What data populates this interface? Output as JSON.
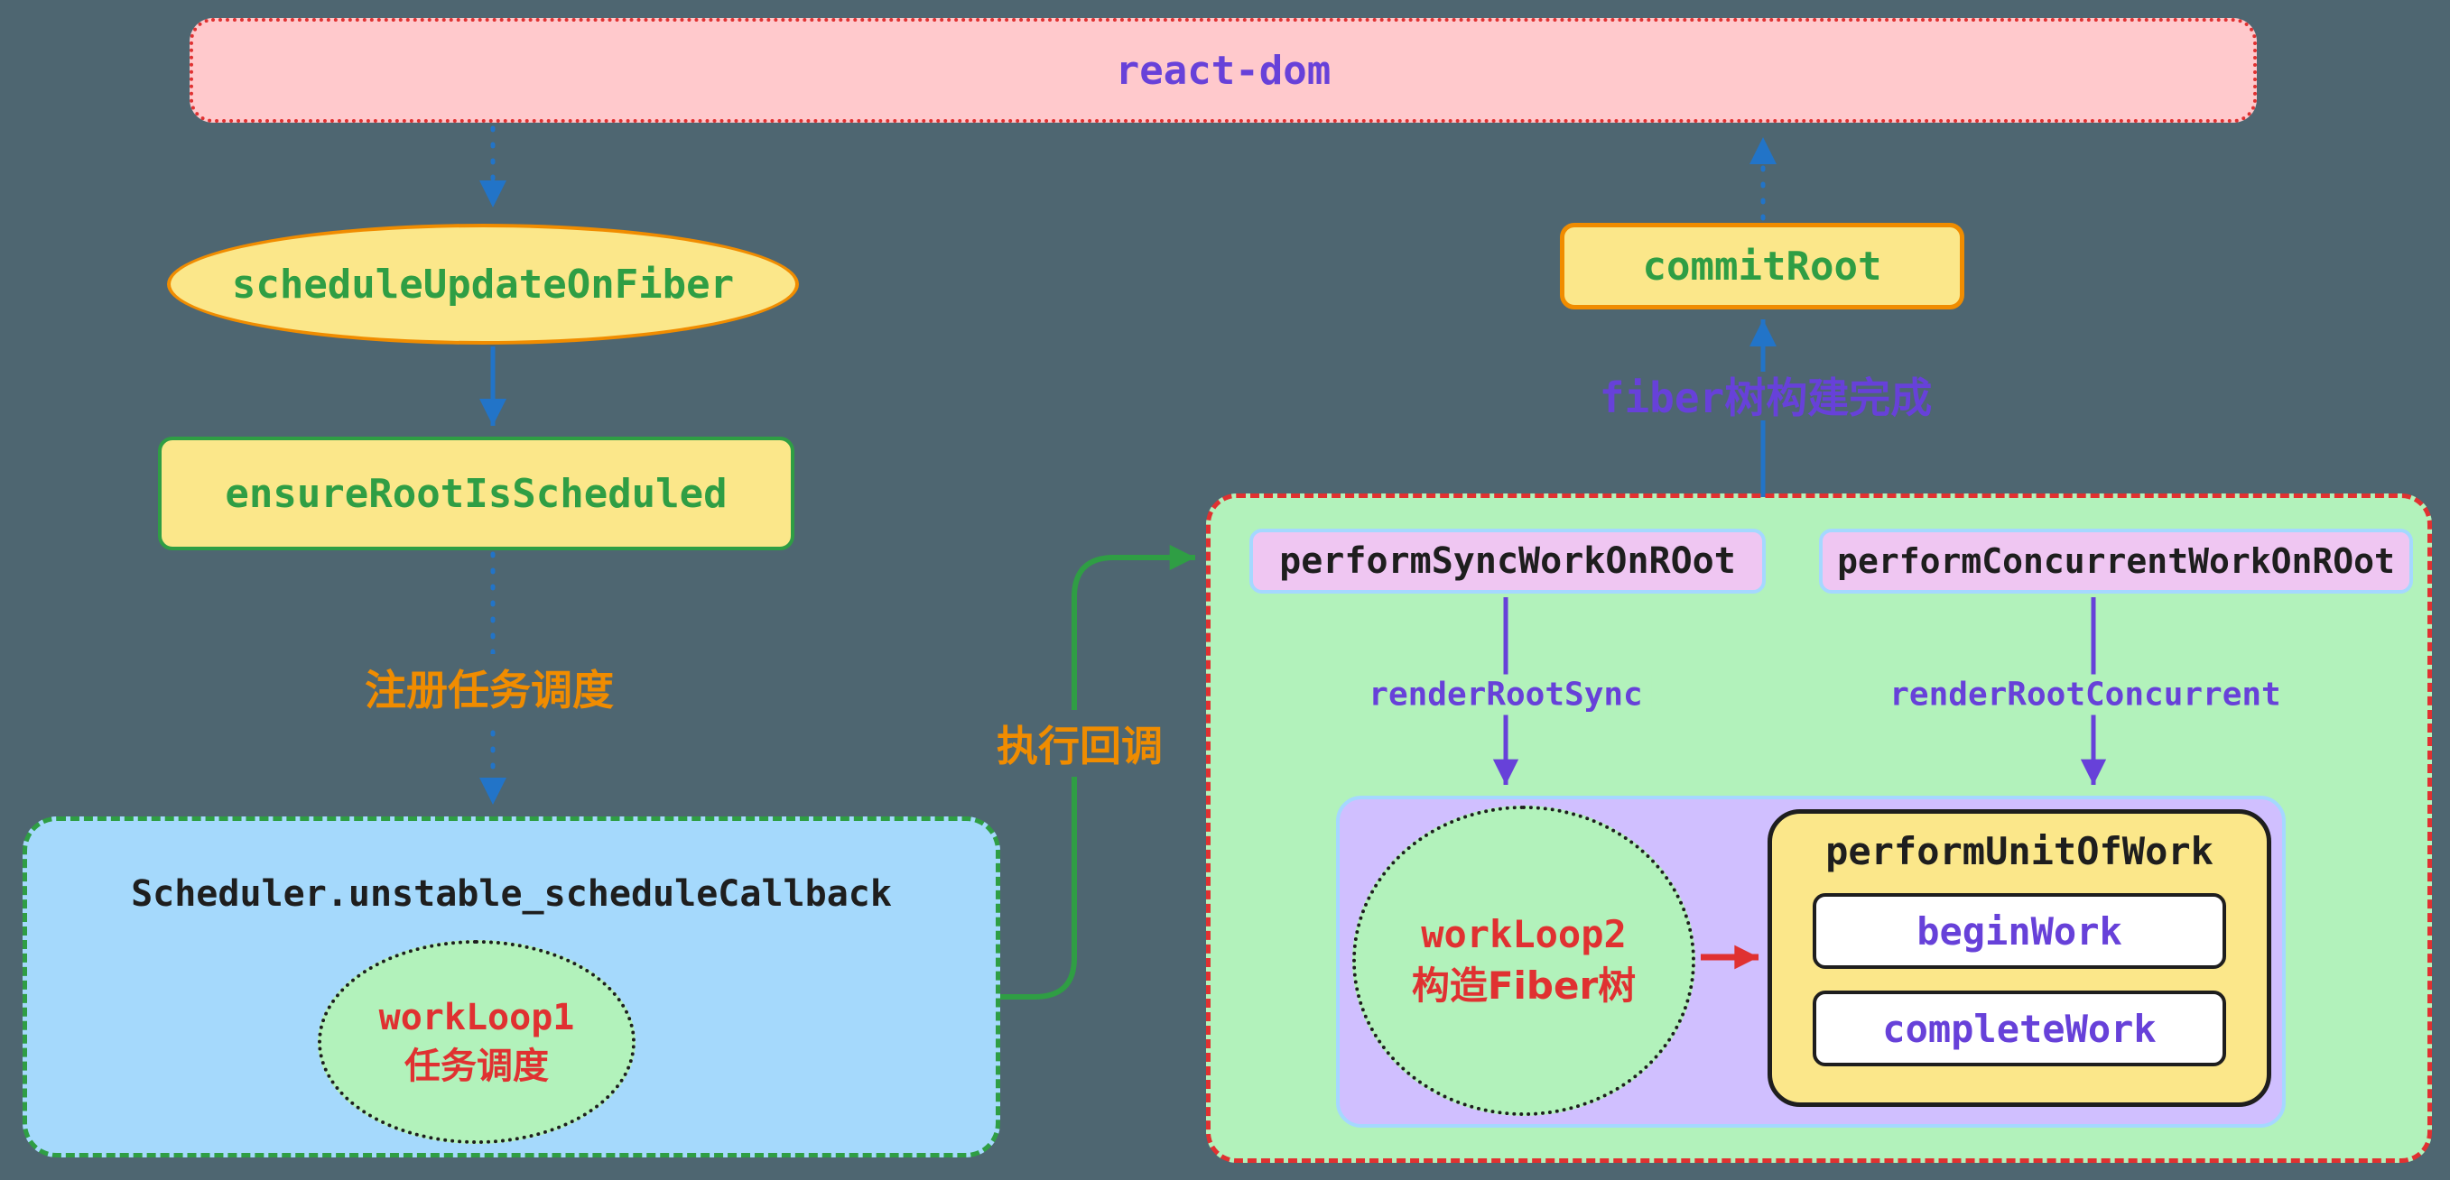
{
  "diagram": {
    "nodes": {
      "react_dom": {
        "label": "react-dom"
      },
      "schedule_update_on_fiber": {
        "label": "scheduleUpdateOnFiber"
      },
      "ensure_root_is_scheduled": {
        "label": "ensureRootIsScheduled"
      },
      "scheduler_callback": {
        "label": "Scheduler.unstable_scheduleCallback"
      },
      "workloop1": {
        "title": "workLoop1",
        "subtitle": "任务调度"
      },
      "perform_sync_work": {
        "label": "performSyncWorkOnROot"
      },
      "perform_concurrent_work": {
        "label": "performConcurrentWorkOnROot"
      },
      "workloop2": {
        "title": "workLoop2",
        "subtitle": "构造Fiber树"
      },
      "perform_unit_of_work": {
        "label": "performUnitOfWork"
      },
      "begin_work": {
        "label": "beginWork"
      },
      "complete_work": {
        "label": "completeWork"
      },
      "commit_root": {
        "label": "commitRoot"
      }
    },
    "edge_labels": {
      "register_task": "注册任务调度",
      "execute_callback": "执行回调",
      "render_root_sync": "renderRootSync",
      "render_root_concurrent": "renderRootConcurrent",
      "fiber_tree_done": "fiber树构建完成"
    },
    "colors": {
      "background": "#4e6671",
      "pink_fill": "#ffc9cc",
      "yellow_fill": "#fbe78a",
      "light_blue_fill": "#a5d9fc",
      "light_green_fill": "#b2f2bb",
      "lavender_fill": "#efc6f2",
      "purple_fill": "#d0bfff",
      "red": "#e03131",
      "green": "#2f9e44",
      "orange": "#f08c00",
      "violet_text": "#6741d9",
      "blue_arrow": "#2274c8",
      "light_blue_border": "#a5d8ff",
      "black": "#1e1e1e"
    }
  }
}
